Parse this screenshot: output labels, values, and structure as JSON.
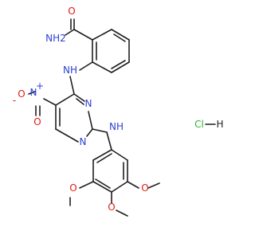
{
  "molecule": {
    "colors": {
      "bond": "#1f1f1f",
      "N": "#2b3fd6",
      "O": "#e0190f",
      "C": "#1f1f1f",
      "H": "#1f1f1f",
      "Cl": "#2fb52f"
    },
    "atoms": {
      "amide_O": "O",
      "amide_NH2": "NH2",
      "amine_NH_top": "NH",
      "nitro_O_left": "O",
      "nitro_minus": "-",
      "nitro_N": "N",
      "nitro_plus": "+",
      "nitro_O_bottom": "O",
      "pyr_N_top": "N",
      "pyr_N_bottom": "N",
      "amine_NH_bottom": "NH",
      "hcl_Cl": "Cl",
      "hcl_H": "H",
      "methoxy_O_left": "O",
      "methoxy_O_right": "O",
      "methoxy_O_bottom": "O"
    }
  }
}
